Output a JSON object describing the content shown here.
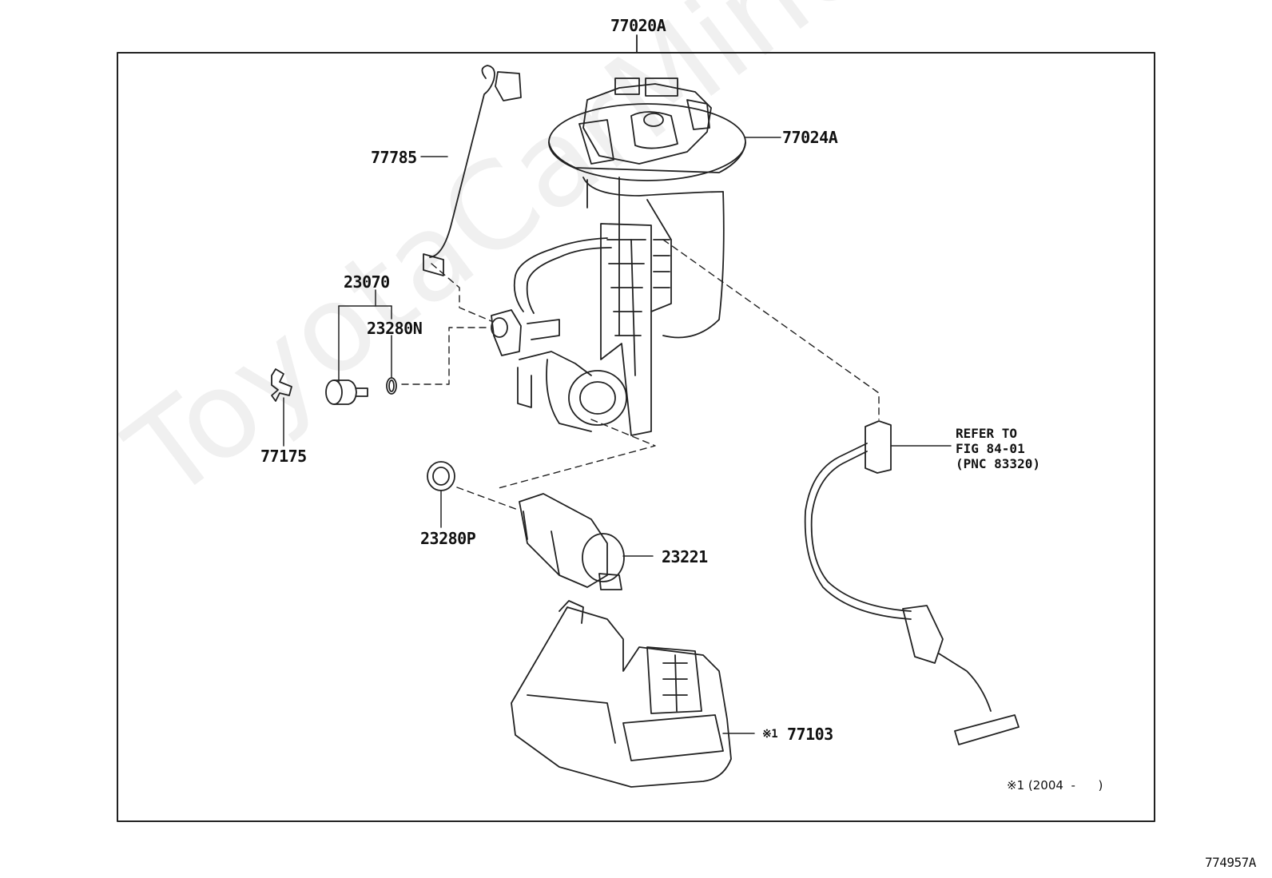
{
  "diagram": {
    "assembly_label": "77020A",
    "figure_id": "774957A",
    "watermark": "ToyotaCarMine.ru",
    "parts": {
      "flange": "77024A",
      "wire": "77785",
      "gauge_set": "23070",
      "o_ring_n": "23280N",
      "clip": "77175",
      "o_ring_p": "23280P",
      "pressure_regulator": "23221",
      "bracket": "77103",
      "bracket_prefix": "※1"
    },
    "refer": {
      "line1": "REFER TO",
      "line2": "FIG 84-01",
      "line3": "(PNC 83320)"
    },
    "footnote": "※1 (2004  -      )"
  }
}
